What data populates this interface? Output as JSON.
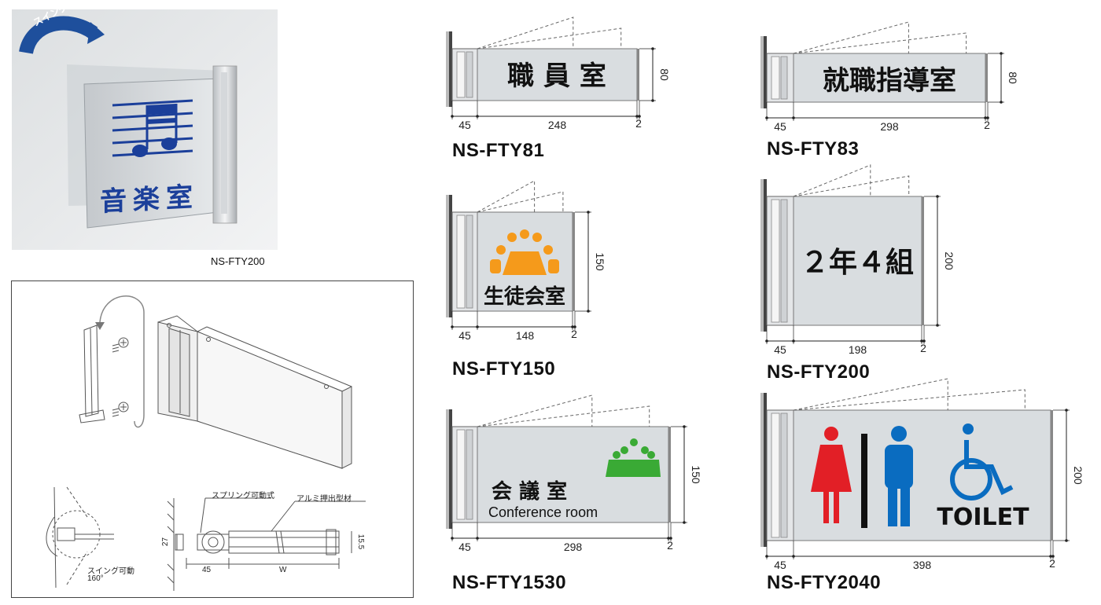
{
  "photo": {
    "badge": "スイングタイプ",
    "sign_text": "音楽室",
    "caption": "NS-FTY200"
  },
  "diagram": {
    "label_spring": "スプリング可動式",
    "label_alu": "アルミ押出型材",
    "label_swing_line1": "スイング可動",
    "label_swing_line2": "160°",
    "dim_27": "27",
    "dim_45": "45",
    "dim_w": "W",
    "dim_155": "15.5"
  },
  "signs": [
    {
      "model": "NS-FTY81",
      "text": "職 員 室",
      "dims": {
        "depth": "45",
        "width": "248",
        "gap": "2",
        "height": "80"
      }
    },
    {
      "model": "NS-FTY83",
      "text": "就職指導室",
      "dims": {
        "depth": "45",
        "width": "298",
        "gap": "2",
        "height": "80"
      }
    },
    {
      "model": "NS-FTY150",
      "text": "生徒会室",
      "dims": {
        "depth": "45",
        "width": "148",
        "gap": "2",
        "height": "150"
      }
    },
    {
      "model": "NS-FTY200",
      "text": "２年４組",
      "dims": {
        "depth": "45",
        "width": "198",
        "gap": "2",
        "height": "200"
      }
    },
    {
      "model": "NS-FTY1530",
      "text": "会 議 室",
      "subtext": "Conference room",
      "dims": {
        "depth": "45",
        "width": "298",
        "gap": "2",
        "height": "150"
      }
    },
    {
      "model": "NS-FTY2040",
      "text": "TOILET",
      "dims": {
        "depth": "45",
        "width": "398",
        "gap": "2",
        "height": "200"
      }
    }
  ],
  "colors": {
    "plate": "#d9dde0",
    "blue": "#1b3f9a",
    "orange": "#f59a1b",
    "green": "#3aaa35",
    "red": "#e21f26",
    "toilet_blue": "#0a6cc0"
  }
}
